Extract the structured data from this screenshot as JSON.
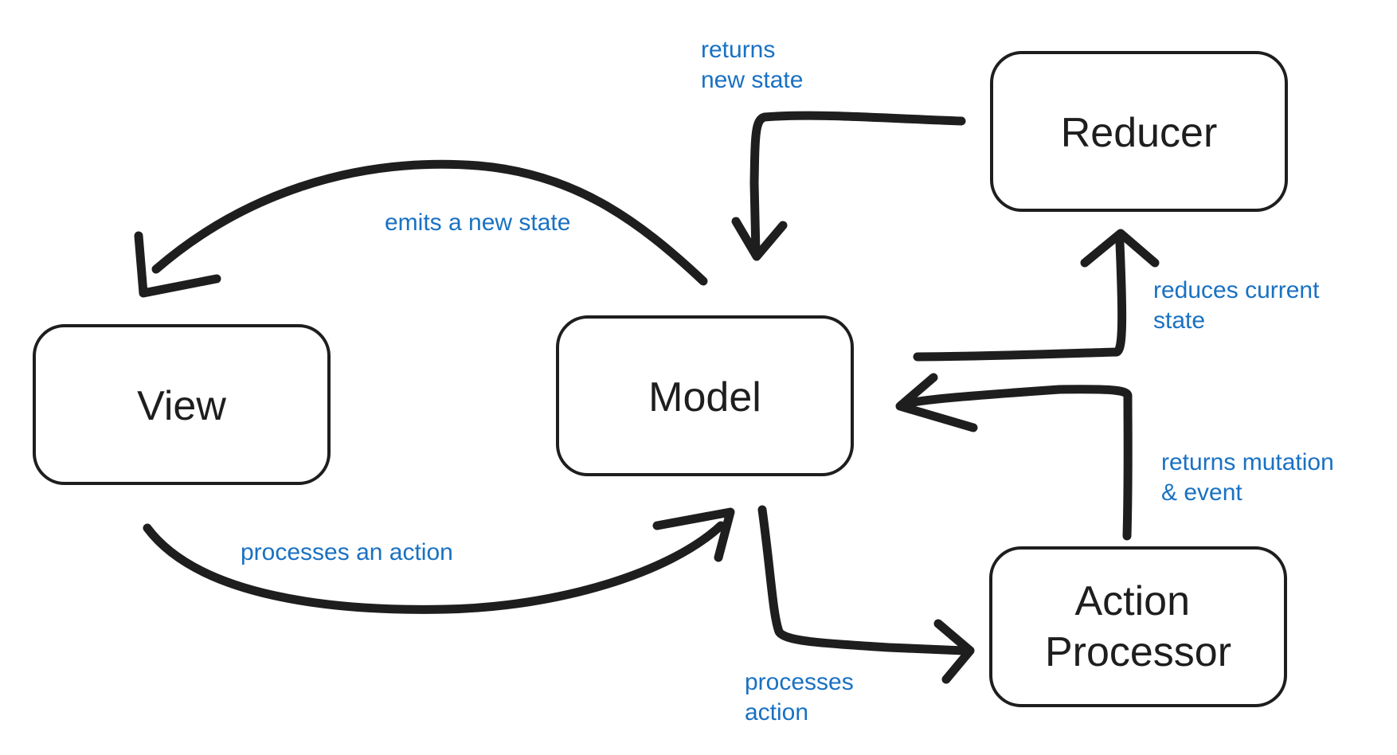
{
  "nodes": {
    "reducer": {
      "lines": [
        "Reducer"
      ]
    },
    "view": {
      "lines": [
        "View"
      ]
    },
    "model": {
      "lines": [
        "Model"
      ]
    },
    "action_processor": {
      "lines": [
        "Action",
        "Processor"
      ]
    }
  },
  "edges": {
    "reducer_to_model": {
      "label_lines": [
        "returns",
        "new state"
      ]
    },
    "model_to_view": {
      "label_lines": [
        "emits a new state"
      ]
    },
    "model_to_reducer": {
      "label_lines": [
        "reduces current",
        "state"
      ]
    },
    "action_processor_to_model": {
      "label_lines": [
        "returns mutation",
        "& event"
      ]
    },
    "view_to_model": {
      "label_lines": [
        "processes an action"
      ]
    },
    "model_to_action_processor": {
      "label_lines": [
        "processes",
        "action"
      ]
    }
  },
  "colors": {
    "stroke": "#1e1e1e",
    "label": "#1971c2",
    "background": "#ffffff"
  }
}
